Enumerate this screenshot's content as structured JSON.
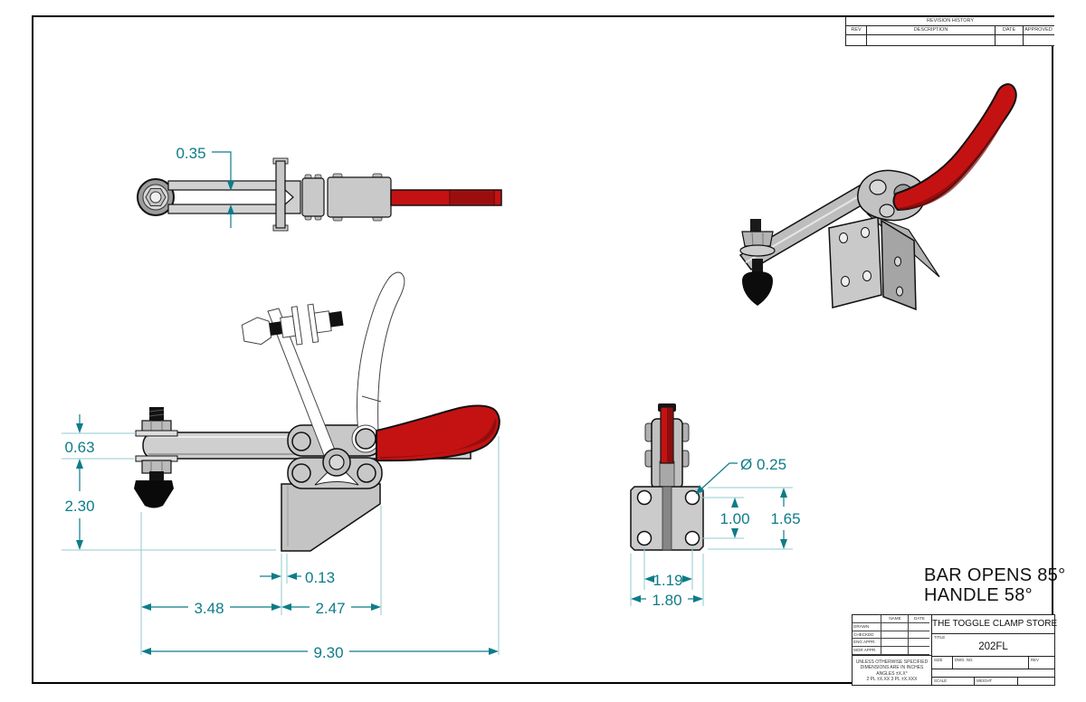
{
  "revision_table": {
    "title": "REVISION HISTORY",
    "col_rev": "REV",
    "col_description": "DESCRIPTION",
    "col_date": "DATE",
    "col_approved": "APPROVED"
  },
  "annotations": {
    "bar_opens": "BAR OPENS 85°",
    "handle": "HANDLE 58°"
  },
  "dimensions": {
    "top_thickness": "0.35",
    "arm_height": "0.63",
    "spindle_drop": "2.30",
    "plate_offset": "0.13",
    "left_length": "3.48",
    "right_length": "2.47",
    "overall_length": "9.30",
    "hole_spacing_x": "1.19",
    "base_width": "1.80",
    "hole_spacing_y": "1.00",
    "base_height": "1.65",
    "hole_diameter": "Ø 0.25"
  },
  "title_block": {
    "company": "THE TOGGLE CLAMP STORE",
    "title_label": "TITLE",
    "drawing_number": "202FL",
    "name_header": "NAME",
    "date_header": "DATE",
    "row_drawn": "DRAWN",
    "row_checked": "CHECKED",
    "row_eng_appr": "ENG APPR.",
    "row_mgr_appr": "MGR APPR.",
    "tolerance_line1": "UNLESS OTHERWISE SPECIFIED",
    "tolerance_line2": "DIMENSIONS ARE IN INCHES",
    "tolerance_line3": "ANGLES ±X.X°",
    "tolerance_line4": "2 PL ±X.XX 3 PL ±X.XXX",
    "size_label": "SIZE",
    "dwg_no_label": "DWG. NO.",
    "rev_label": "REV",
    "scale_label": "SCALE",
    "weight_label": "WEIGHT"
  },
  "colors": {
    "dimension": "#0d7c89",
    "extension": "#90cbd1",
    "handle_red": "#c41212",
    "metal_gray": "#c8c8c8"
  }
}
